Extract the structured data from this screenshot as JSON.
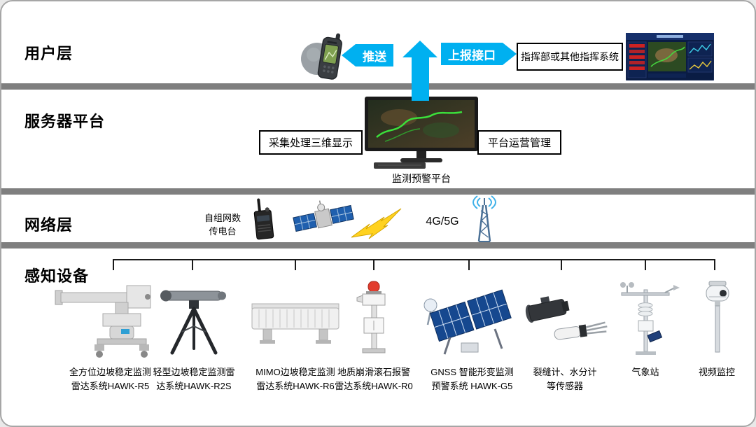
{
  "canvas": {
    "accent_color": "#00b0f0",
    "band_color": "#7f7f7f",
    "border_color": "#a6a6a6"
  },
  "layers": {
    "user": "用户层",
    "server": "服务器平台",
    "network": "网络层",
    "sensing": "感知设备"
  },
  "user_layer": {
    "push": "推送",
    "report": "上报接口",
    "command": "指挥部或其他指挥系统"
  },
  "server_layer": {
    "display_box": "采集处理三维显示",
    "ops_box": "平台运营管理",
    "caption": "监测预警平台"
  },
  "network_layer": {
    "radio": "自组网数\n传电台",
    "cellular": "4G/5G"
  },
  "devices": [
    {
      "label": "全方位边坡稳定监测\n雷达系统HAWK-R5"
    },
    {
      "label": "轻型边坡稳定监测雷\n达系统HAWK-R2S"
    },
    {
      "label": "MIMO边坡稳定监测\n雷达系统HAWK-R6"
    },
    {
      "label": "地质崩滑滚石报警\n雷达系统HAWK-R0"
    },
    {
      "label": "GNSS 智能形变监测\n预警系统 HAWK-G5"
    },
    {
      "label": "裂缝计、水分计\n等传感器"
    },
    {
      "label": "气象站"
    },
    {
      "label": "视频监控"
    }
  ]
}
